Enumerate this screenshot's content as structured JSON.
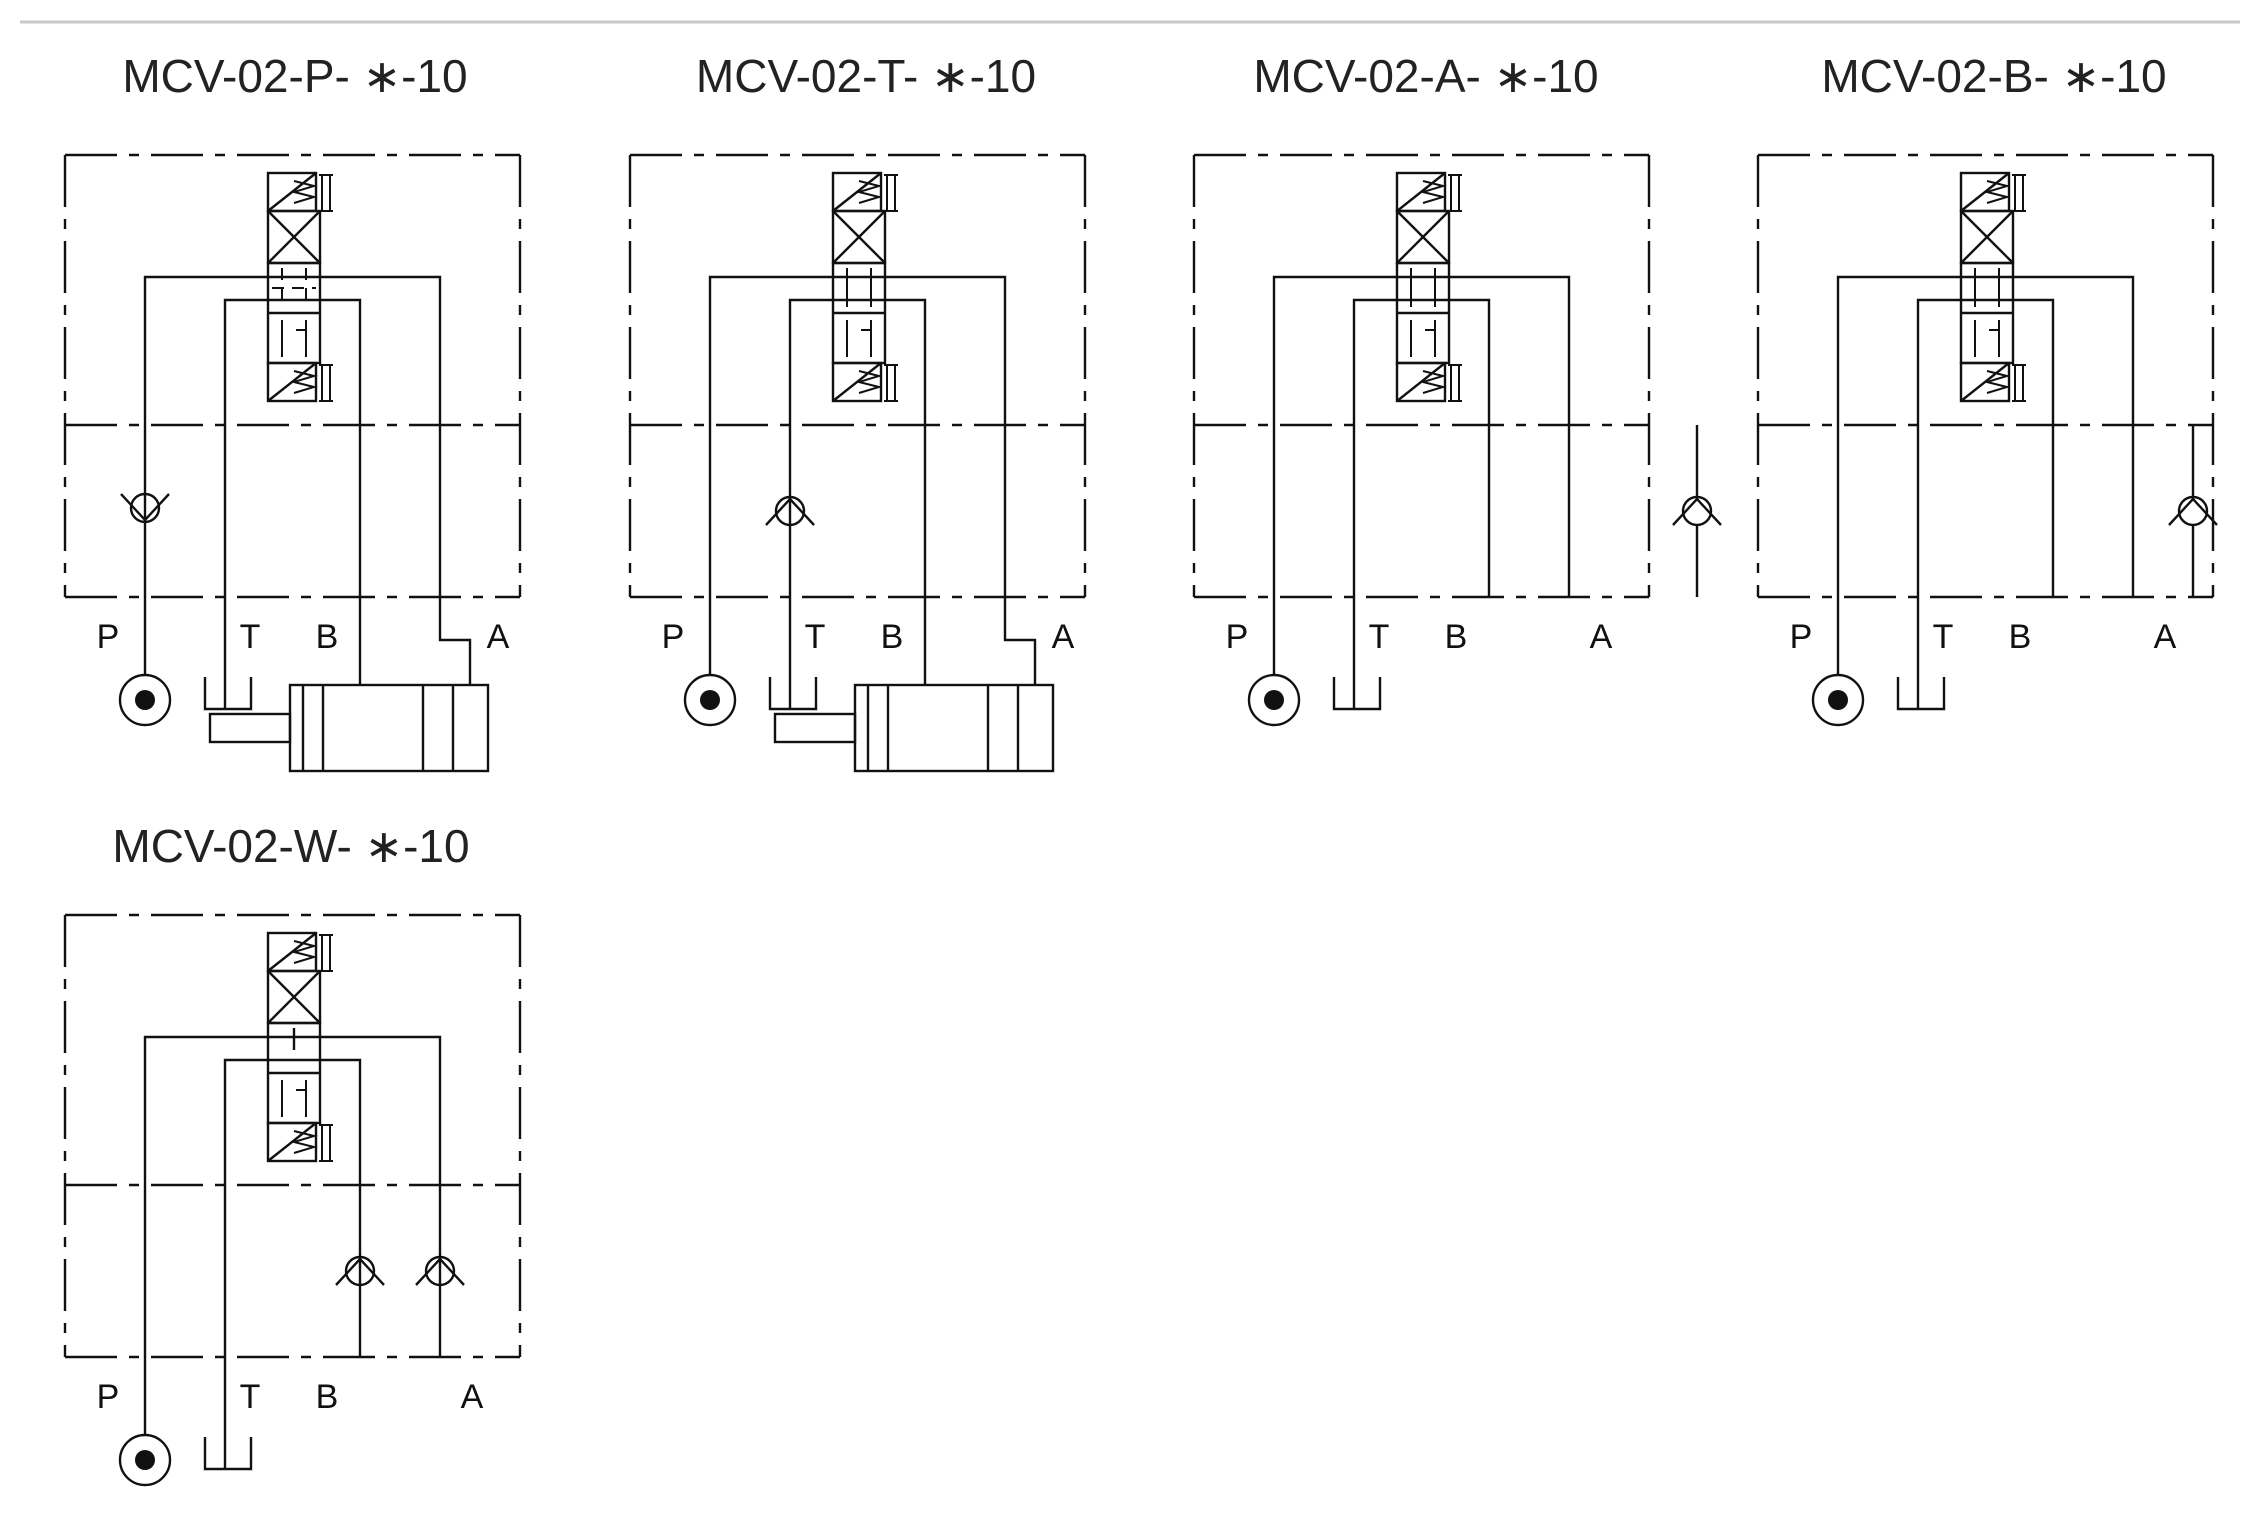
{
  "diagrams": [
    {
      "title": "MCV-02-P- ∗-10",
      "ports": [
        "P",
        "T",
        "B",
        "A"
      ],
      "check_valve_line": "P",
      "center_type": "P",
      "has_actuator": true
    },
    {
      "title": "MCV-02-T- ∗-10",
      "ports": [
        "P",
        "T",
        "B",
        "A"
      ],
      "check_valve_line": "T",
      "center_type": "T",
      "has_actuator": true
    },
    {
      "title": "MCV-02-A- ∗-10",
      "ports": [
        "P",
        "T",
        "B",
        "A"
      ],
      "check_valve_line": "A",
      "center_type": "A",
      "has_actuator": false
    },
    {
      "title": "MCV-02-B- ∗-10",
      "ports": [
        "P",
        "T",
        "B",
        "A"
      ],
      "check_valve_line": "B",
      "center_type": "B",
      "has_actuator": false
    },
    {
      "title": "MCV-02-W- ∗-10",
      "ports": [
        "P",
        "T",
        "B",
        "A"
      ],
      "check_valve_line": "AB",
      "center_type": "W",
      "has_actuator": false
    }
  ]
}
